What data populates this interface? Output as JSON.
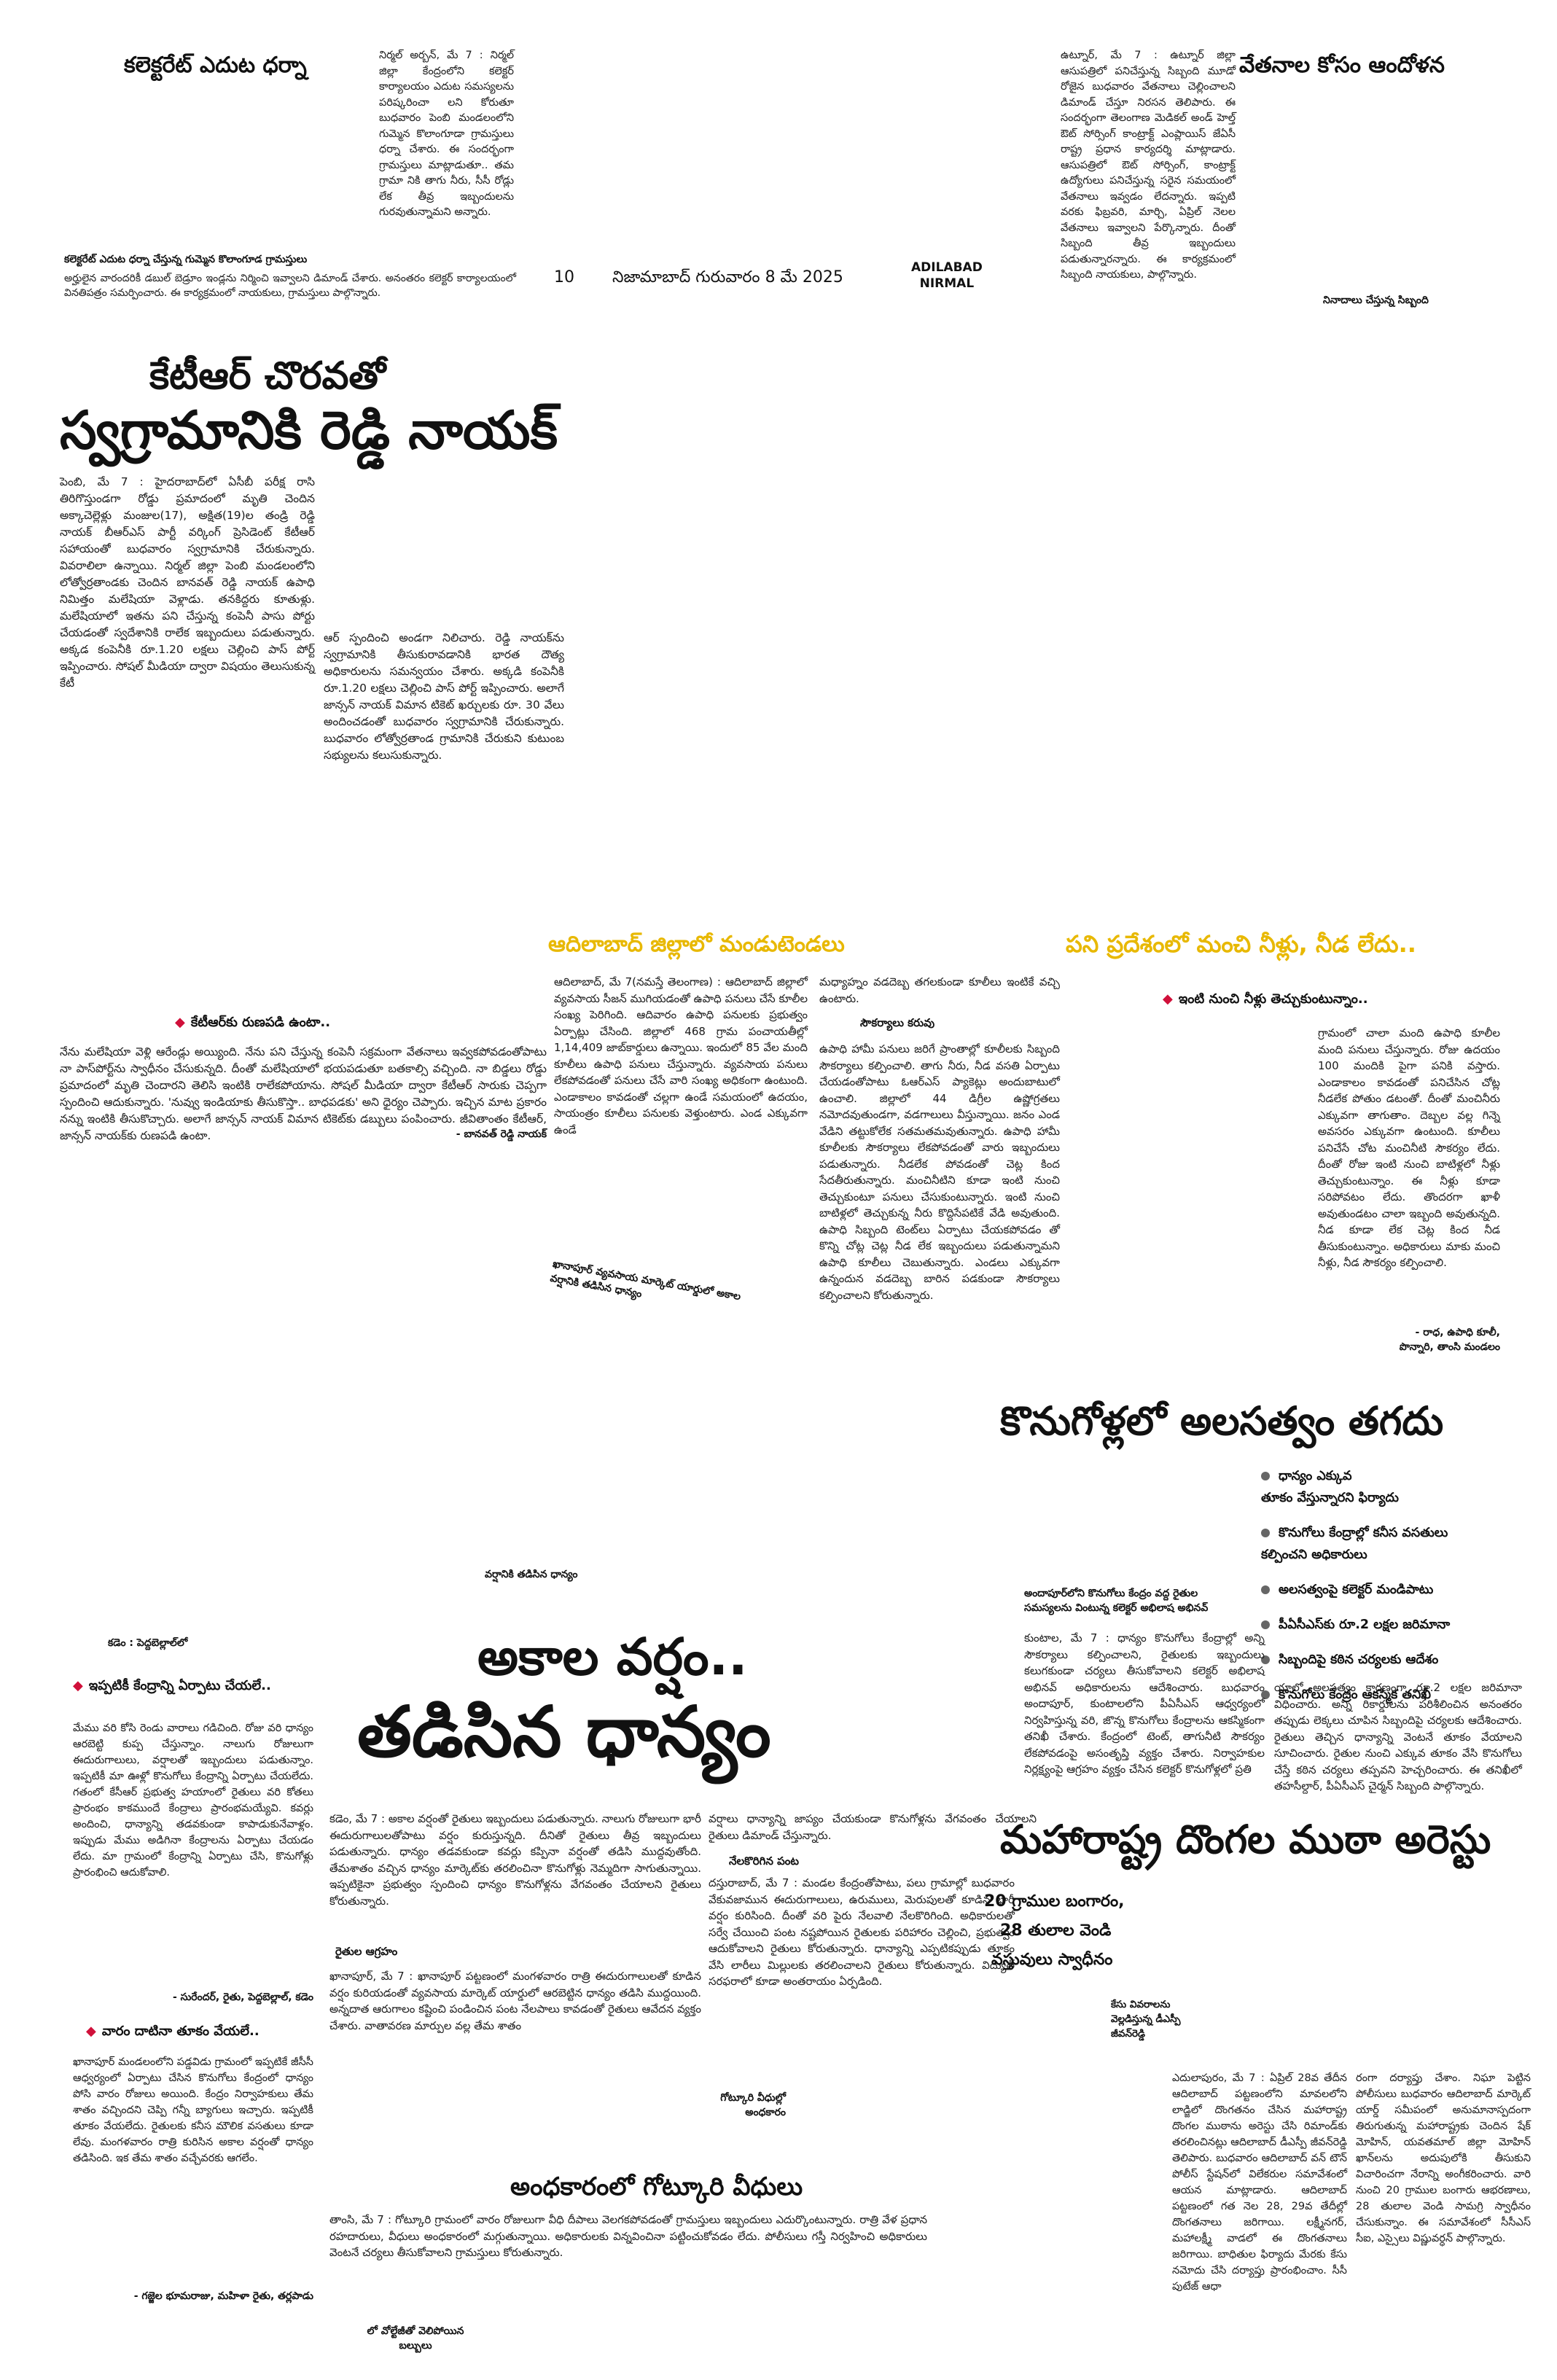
{
  "masthead": {
    "page_no": "10",
    "dateline": "నిజామాబాద్ గురువారం 8 మే 2025",
    "edition": "ADILABAD\nNIRMAL"
  },
  "dharna": {
    "headline": "కలెక్టరేట్ ఎదుట ధర్నా",
    "caption": "కలెక్టరేట్ ఎదుట ధర్నా చేస్తున్న గుమ్మెన కొలాంగూడ గ్రామస్తులు",
    "body": "నిర్మల్ అర్బన్, మే 7 : నిర్మల్ జిల్లా కేంద్రంలోని కలెక్టర్ కార్యాలయం ఎదుట సమస్యలను పరిష్కరించా లని కోరుతూ బుధవారం పెంబి మండలంలోని గుమ్మెన కొలాంగూడా గ్రామస్తులు ధర్నా చేశారు. ఈ సందర్భంగా గ్రామస్తులు మాట్లాడుతూ.. తమ గ్రామా నికి తాగు నీరు, సీసీ రోడ్లు లేక తీవ్ర ఇబ్బందులను గురవుతున్నామని అన్నారు.",
    "tail": "అర్హులైన వారందరికీ డబుల్ బెడ్రూం ఇండ్లను నిర్మించి ఇవ్వాలని డిమాండ్ చేశారు. అనంతరం కలెక్టర్ కార్యాలయంలో వినతిపత్రం సమర్పించారు. ఈ కార్యక్రమంలో నాయకులు, గ్రామస్తులు పాల్గొన్నారు."
  },
  "salary": {
    "headline": "వేతనాల కోసం ఆందోళన",
    "caption": "నినాదాలు చేస్తున్న సిబ్బంది",
    "body": "ఉట్నూర్, మే 7 : ఉట్నూర్ జిల్లా ఆసుపత్రిలో పనిచేస్తున్న సిబ్బంది మూడో రోజైన బుధవారం వేతనాలు చెల్లించాలని డిమాండ్ చేస్తూ నిరసన తెలిపారు. ఈ సందర్భంగా తెలంగాణ మెడికల్ అండ్ హెల్త్ ఔట్ సోర్సింగ్ కాంట్రాక్ట్ ఎంప్లాయిస్ జేఏసీ రాష్ట్ర ప్రధాన కార్యదర్శి మాట్లాడారు. ఆసుపత్రిలో ఔట్ సోర్సింగ్, కాంట్రాక్ట్ ఉద్యోగులు పనిచేస్తున్న సరైన సమయంలో వేతనాలు ఇవ్వడం లేదన్నారు. ఇప్పటి వరకు ఫిబ్రవరి, మార్చి, ఏప్రిల్ నెలల వేతనాలు ఇవ్వాలని పేర్కొన్నారు. దీంతో సిబ్బంది తీవ్ర ఇబ్బందులు పడుతున్నారన్నారు. ఈ కార్యక్రమంలో సిబ్బంది నాయకులు, పాల్గొన్నారు."
  },
  "reddy": {
    "kicker": "కేటీఆర్ చొరవతో",
    "headline": "స్వగ్రామానికి రెడ్డి నాయక్",
    "col1": "పెంబి, మే 7 : హైదరాబాద్‌లో ఏసీబీ పరీక్ష రాసి తిరిగొస్తుండగా రోడ్డు ప్రమాదంలో మృతి చెందిన అక్కాచెల్లెళ్లు మంజుల(17), అక్షిత(19)ల తండ్రి రెడ్డి నాయక్ బీఆర్ఎస్ పార్టీ వర్కింగ్ ప్రెసిడెంట్ కేటీఆర్ సహాయంతో బుధవారం స్వగ్రామానికి చేరుకున్నారు. వివరాలిలా ఉన్నాయి. నిర్మల్ జిల్లా పెంబి మండలంలోని లోత్వోర్రతాండకు చెందిన బానవత్ రెడ్డి నాయక్ ఉపాధి నిమిత్తం మలేషియా వెళ్లాడు. తనకిద్దరు కూతుళ్లు. మలేషియాలో ఇతను పని చేస్తున్న కంపెనీ పాసు పోర్టు చేయడంతో స్వదేశానికి రాలేక ఇబ్బందులు పడుతున్నారు. అక్కడ కంపెనీకి రూ.1.20 లక్షలు చెల్లించి పాస్ పోర్ట్ ఇప్పించారు. సోషల్ మీడియా ద్వారా విషయం తెలుసుకున్న కేటీ",
    "col2": "ఆర్ స్పందించి అండగా నిలిచారు. రెడ్డి నాయక్‌ను స్వగ్రామానికి తీసుకురావడానికి భారత దౌత్య అధికారులను సమన్వయం చేశారు. అక్కడి కంపెనీకి రూ.1.20 లక్షలు చెల్లించి పాస్ పోర్ట్ ఇప్పించారు. అలాగే జాన్సన్ నాయక్ విమాన టికెట్ ఖర్చులకు రూ. 30 వేలు అందించడంతో బుధవారం స్వగ్రామానికి చేరుకున్నారు. బుధవారం లోత్వోర్రతాండ గ్రామానికి చేరుకుని కుటుంబ సభ్యులను కలుసుకున్నారు.",
    "sub": "కేటీఆర్‌కు రుణపడి ఉంటా..",
    "quote": "నేను మలేషియా వెళ్లి ఆరేండ్లు అయ్యింది. నేను పని చేస్తున్న కంపెనీ సక్రమంగా వేతనాలు ఇవ్వకపోవడంతోపాటు నా పాస్‌పోర్ట్‌ను స్వాధీనం చేసుకున్నది. దీంతో మలేషియాలో భయపడుతూ బతకాల్సి వచ్చింది. నా బిడ్డలు రోడ్డు ప్రమాదంలో మృతి చెందారని తెలిసి ఇంటికి రాలేకపోయాను. సోషల్ మీడియా ద్వారా కేటీఆర్ సారుకు చెప్పగా స్పందించి ఆదుకున్నారు. 'నువ్వు ఇండియాకు తీసుకొస్తా.. బాధపడకు' అని ధైర్యం చెప్పారు. ఇచ్చిన మాట ప్రకారం నన్ను ఇంటికి తీసుకొచ్చారు. అలాగే జాన్సన్ నాయక్ విమాన టికెట్‌కు డబ్బులు పంపించారు. జీవితాంతం కేటీఆర్, జాన్సన్ నాయక్‌కు రుణపడి ఉంటా.",
    "sig": "- బానవత్ రెడ్డి నాయక్"
  },
  "mandutendalu": {
    "headline": "ఆదిలాబాద్ జిల్లాలో మండుటెండలు",
    "col1": "ఆదిలాబాద్, మే 7(నమస్తే తెలంగాణ) : ఆదిలాబాద్ జిల్లాలో వ్యవసాయ సీజన్ ముగియడంతో ఉపాధి పనులు చేసే కూలీల సంఖ్య పెరిగింది. ఆదివారం ఉపాధి పనులకు ప్రభుత్వం ఏర్పాట్లు చేసింది. జిల్లాలో 468 గ్రామ పంచాయతీల్లో 1,14,409 జాబ్‌కార్డులు ఉన్నాయి. ఇందులో 85 వేల మంది కూలీలు ఉపాధి పనులు చేస్తున్నారు. వ్యవసాయ పనులు లేకపోవడంతో పనులు చేసే వారి సంఖ్య అధికంగా ఉంటుంది. ఎండాకాలం కావడంతో చల్లగా ఉండే సమయంలో ఉదయం, సాయంత్రం కూలీలు పనులకు వెళ్తుంటారు. ఎండ ఎక్కువగా ఉండే",
    "col2": "మధ్యాహ్నం వడదెబ్బ తగలకుండా కూలీలు ఇంటికే వచ్చి ఉంటారు.",
    "sub": "సౌకర్యాలు కరువు",
    "col2b": "ఉపాధి హామీ పనులు జరిగే ప్రాంతాల్లో కూలీలకు సిబ్బంది సౌకర్యాలు కల్పించాలి. తాగు నీరు, నీడ వసతి ఏర్పాటు చేయడంతోపాటు ఓఆర్ఎస్ ప్యాకెట్లు అందుబాటులో ఉంచాలి. జిల్లాలో 44 డిగ్రీల ఉష్ణోగ్రతలు నమోదవుతుండగా, వడగాలులు వీస్తున్నాయి. జనం ఎండ వేడిని తట్టుకోలేక సతమతమవుతున్నారు. ఉపాధి హామీ కూలీలకు సౌకర్యాలు లేకపోవడంతో వారు ఇబ్బందులు పడుతున్నారు. నీడలేక పోవడంతో చెట్ల కింద సేదతీరుతున్నారు. మంచినీటిని కూడా ఇంటి నుంచి తెచ్చుకుంటూ పనులు చేసుకుంటున్నారు. ఇంటి నుంచి బాటిళ్లలో తెచ్చుకున్న నీరు కొద్దిసేపటికే వేడి అవుతుంది. ఉపాధి సిబ్బంది టెంట్‌లు ఏర్పాటు చేయకపోవడం తో కొన్ని చోట్ల చెట్ల నీడ లేక ఇబ్బందులు పడుతున్నామని ఉపాధి కూలీలు చెబుతున్నారు. ఎండలు ఎక్కువగా ఉన్నందున వడదెబ్బ బారిన పడకుండా సౌకర్యాలు కల్పించాలని కోరుతున్నారు.",
    "caption": "ఖానాపూర్ వ్యవసాయ మార్కెట్ యార్డులో అకాల వర్షానికి తడిసిన ధాన్యం"
  },
  "water": {
    "headline": "పని ప్రదేశంలో మంచి నీళ్లు, నీడ లేదు..",
    "sub": "ఇంటి నుంచి నీళ్లు తెచ్చుకుంటున్నాం..",
    "body": "గ్రామంలో చాలా మంది ఉపాధి కూలీల మంది పనులు చేస్తున్నారు. రోజు ఉదయం 100 మందికి పైగా పనికి వస్తారు. ఎండాకాలం కావడంతో పనిచేసిన చోట్ల నీడలేక పోతుం డటంతో. దీంతో మంచినీరు ఎక్కువగా తాగుతాం. దెబ్బల వల్ల గిన్నె అవసరం ఎక్కువగా ఉంటుంది. కూలీలు పనిచేసే చోట మంచినీటి సౌకర్యం లేదు. దీంతో రోజు ఇంటి నుంచి బాటిళ్లలో నీళ్లు తెచ్చుకుంటున్నాం. ఈ నీళ్లు కూడా సరిపోవటం లేదు. తొందరగా ఖాళీ అవుతుండటం చాలా ఇబ్బంది అవుతున్నది. నీడ కూడా లేక చెట్ల కింద నీడ తీసుకుంటున్నాం. అధికారులు మాకు మంచి నీళ్లు, నీడ సౌకర్యం కల్పించాలి.",
    "sig": "- రాధ, ఉపాధి కూలీ,\nపొన్నారి, తాంసి మండలం"
  },
  "rain": {
    "kicker": "వర్షానికి తడిసిన ధాన్యం",
    "headline1": "అకాల వర్షం..",
    "headline2": "తడిసిన ధాన్యం",
    "caption_top": "కడెం : పెద్దబెల్లాల్‌లో",
    "side_sub1": "ఇప్పటికీ కేంద్రాన్ని ఏర్పాటు చేయలే..",
    "side_body1": "మేము వరి కోసి రెండు వారాలు గడిచింది. రోజు వరి ధాన్యం ఆరబెట్టి కుప్ప చేస్తున్నాం. నాలుగు రోజులుగా ఈదురుగాలులు, వర్షాలతో ఇబ్బందులు పడుతున్నాం. ఇప్పటికీ మా ఊళ్లో కొనుగోలు కేంద్రాన్ని ఏర్పాటు చేయలేదు. గతంలో కేసీఆర్ ప్రభుత్వ హయాంలో రైతులు వరి కోతలు ప్రారంభం కాకముందే కేంద్రాలు ప్రారంభమయ్యేవి. కవర్లు అందించి, ధాన్యాన్ని తడవకుండా కాపాడుకునేవాళ్లం. ఇప్పుడు మేము అడిగినా కేంద్రాలను ఏర్పాటు చేయడం లేదు. మా గ్రామంలో కేంద్రాన్ని ఏర్పాటు చేసి, కొనుగోళ్లు ప్రారంభించి ఆదుకోవాలి.",
    "side_sig1": "- సురేందర్, రైతు, పెద్దబెల్లాల్, కడెం",
    "side_sub2": "వారం దాటినా తూకం వేయలే..",
    "side_body2": "ఖానాపూర్ మండలంలోని పడ్డవిడు గ్రామంలో ఇప్పటికే జీసీసీ ఆధ్వర్యంలో ఏర్పాటు చేసిన కొనుగోలు కేంద్రంలో ధాన్యం పోసి వారం రోజులు అయింది. కేంద్రం నిర్వాహకులు తేమ శాతం వచ్చిందని చెప్పి గన్నీ బ్యాగులు ఇచ్చారు. ఇప్పటికీ తూకం వేయలేదు. రైతులకు కనీస మౌలిక వసతులు కూడా లేవు. మంగళవారం రాత్రి కురిసిన అకాల వర్షంతో ధాన్యం తడిసింది. ఇక తేమ శాతం వచ్చేవరకు ఆగలేం.",
    "side_sig2": "- గజ్జెల భూమరాజు, మహిళా రైతు, తర్లపాడు",
    "body1": "కడెం, మే 7 : అకాల వర్షంతో రైతులు ఇబ్బందులు పడుతున్నారు. నాలుగు రోజులుగా భారీ ఈదురుగాలులతోపాటు వర్షం కురుస్తున్నది. దీనితో రైతులు తీవ్ర ఇబ్బందులు పడుతున్నారు. ధాన్యం తడవకుండా కవర్లు కప్పినా వర్షంతో తడిసి ముద్దవుతోంది. తేమశాతం వచ్చిన ధాన్యం మార్కెట్‌కు తరలించినా కొనుగోళ్లు నెమ్మదిగా సాగుతున్నాయి. ఇప్పటికైనా ప్రభుత్వం స్పందించి ధాన్యం కొనుగోళ్లను వేగవంతం చేయాలని రైతులు కోరుతున్నారు.",
    "body1b": "వర్షాలు ధాన్యాన్ని జాప్యం చేయకుండా కొనుగోళ్లను వేగవంతం చేయాలని రైతులు డిమాండ్ చేస్తున్నారు.",
    "sub_mid": "రైతుల ఆగ్రహం",
    "body2": "ఖానాపూర్, మే 7 : ఖానాపూర్ పట్టణంలో మంగళవారం రాత్రి ఈదురుగాలులతో కూడిన వర్షం కురియడంతో వ్యవసాయ మార్కెట్ యార్డులో ఆరబెట్టిన ధాన్యం తడిసి ముద్దయింది. అన్నదాత ఆరుగాలం కష్టించి పండించిన పంట నేలపాలు కావడంతో రైతులు ఆవేదన వ్యక్తం చేశారు. వాతావరణ మార్పుల వల్ల తేమ శాతం",
    "sub_right": "నేలకొరిగిన పంట",
    "body3": "దస్తురాబాద్, మే 7 : మండల కేంద్రంతోపాటు, పలు గ్రామాల్లో బుధవారం వేకువజామున ఈదురుగాలులు, ఉరుములు, మెరుపులతో కూడిన భారీ వర్షం కురిసింది. దీంతో వరి పైరు నేలవాలి నేలకొరిగింది. అధికారులతో సర్వే చేయించి పంట నష్టపోయిన రైతులకు పరిహారం చెల్లించి, ప్రభుత్వం ఆదుకోవాలని రైతులు కోరుతున్నారు. ధాన్యాన్ని ఎప్పటికప్పుడు తూకం వేసి లారీలు మిల్లులకు తరలించాలని రైతులు కోరుతున్నారు. విద్యుత్ సరఫరాలో కూడా అంతరాయం ఏర్పడింది.",
    "caption_gotkuri": "గోట్కూరి వీధుల్లో\nఅంధకారం"
  },
  "darkness": {
    "headline": "అంధకారంలో గోట్కూరి వీధులు",
    "body": "తాంసి, మే 7 : గోట్కూరి గ్రామంలో వారం రోజులుగా వీధి దీపాలు వెలగకపోవడంతో గ్రామస్తులు ఇబ్బందులు ఎదుర్కొంటున్నారు. రాత్రి వేళ ప్రధాన రహదారులు, వీధులు అంధకారంలో మగ్గుతున్నాయి. అధికారులకు విన్నవించినా పట్టించుకోవడం లేదు. పోలీసులు గస్తీ నిర్వహించి అధికారులు వెంటనే చర్యలు తీసుకోవాలని గ్రామస్తులు కోరుతున్నారు.",
    "caption": "లో వోల్టేజీతో వెలిపోయిన\nబల్బులు"
  },
  "purchase": {
    "headline": "కొనుగోళ్లలో అలసత్వం తగదు",
    "points": [
      "ధాన్యం ఎక్కువ\nతూకం వేస్తున్నారని ఫిర్యాదు",
      "కొనుగోలు కేంద్రాల్లో కనీస వసతులు\nకల్పించని అధికారులు",
      "అలసత్వంపై కలెక్టర్ మండిపాటు",
      "పీఏసీఎస్‌కు రూ.2 లక్షల జరిమానా",
      "సిబ్బందిపై కఠిన చర్యలకు ఆదేశం",
      "కొనుగోలు కేంద్రం ఆకస్మిక తనిఖీ"
    ],
    "caption": "అందాపూర్‌లోని కొనుగోలు కేంద్రం వద్ద రైతుల\nసమస్యలను వింటున్న కలెక్టర్ అభిలాష అభినవ్",
    "body": "కుంటాల, మే 7 : ధాన్యం కొనుగోలు కేంద్రాల్లో అన్ని సౌకర్యాలు కల్పించాలని, రైతులకు ఇబ్బందులు కలుగకుండా చర్యలు తీసుకోవాలని కలెక్టర్ అభిలాష అభినవ్ అధికారులను ఆదేశించారు. బుధవారం అందాపూర్, కుంటాలలోని పీఏసీఎస్ ఆధ్వర్యంలో నిర్వహిస్తున్న వరి, జొన్న కొనుగోలు కేంద్రాలను ఆకస్మికంగా తనిఖీ చేశారు. కేంద్రంలో టెంట్, తాగునీటి సౌకర్యం లేకపోవడంపై అసంతృప్తి వ్యక్తం చేశారు. నిర్వాహకుల నిర్లక్ష్యంపై ఆగ్రహం వ్యక్తం చేసిన కలెక్టర్ కొనుగోళ్లలో ప్రతి",
    "body2": "యాలో అలసత్వం కారణంగా రూ.2 లక్షల జరిమానా విధించారు. అన్ని రికార్డులను పరిశీలించిన అనంతరం తప్పుడు లెక్కలు చూపిన సిబ్బందిపై చర్యలకు ఆదేశించారు. రైతులు తెచ్చిన ధాన్యాన్ని వెంటనే తూకం వేయాలని సూచించారు. రైతుల నుంచి ఎక్కువ తూకం వేసి కొనుగోలు చేస్తే కఠిన చర్యలు తప్పవని హెచ్చరించారు. ఈ తనిఖీలో తహసీల్దార్, పీఏసీఎస్ చైర్మన్ సిబ్బంది పాల్గొన్నారు."
  },
  "thieves": {
    "headline": "మహారాష్ట్ర దొంగల ముఠా అరెస్టు",
    "deck1": "20 గ్రాముల బంగారం,",
    "deck2": "28 తులాల వెండి",
    "deck3": "వస్తువులు స్వాధీనం",
    "caption": "కేసు వివరాలను\nవెల్లడిస్తున్న డీఎస్పీ\nజీవన్‌రెడ్డి",
    "col1": "ఎదులాపురం, మే 7 : ఏప్రిల్ 28వ తేదీన ఆదిలాబాద్ పట్టణంలోని మావలలోని లాడ్జిలో దొంగతనం చేసిన మహారాష్ట్ర దొంగల ముఠాను అరెస్టు చేసి రిమాండ్‌కు తరలించినట్లు ఆదిలాబాద్ డీఎస్పీ జీవన్‌రెడ్డి తెలిపారు. బుధవారం ఆదిలాబాద్ వన్ టౌన్ పోలీస్ స్టేషన్‌లో విలేకరుల సమావేశంలో ఆయన మాట్లాడారు. ఆదిలాబాద్ పట్టణంలో గత నెల 28, 29వ తేదీల్లో దొంగతనాలు జరిగాయి. లక్ష్మీనగర్, మహాలక్ష్మీ వాడలో ఈ దొంగతనాలు జరిగాయి. బాధితుల ఫిర్యాదు మేరకు కేసు నమోదు చేసి దర్యాప్తు ప్రారంభించాం. సీసీ పుటేజ్ ఆధా",
    "col2": "రంగా దర్యాప్తు చేశాం. నిఘా పెట్టిన పోలీసులు బుధవారం ఆదిలాబాద్ మార్కెట్ యార్డ్ సమీపంలో అనుమానాస్పదంగా తిరుగుతున్న మహారాష్ట్రకు చెందిన షేక్ మోహిన్, యవతమాల్ జిల్లా మోహిన్ ఖాన్‌లను అదుపులోకి తీసుకుని విచారించగా నేరాన్ని అంగీకరించారు. వారి నుంచి 20 గ్రాముల బంగారు ఆభరణాలు, 28 తులాల వెండి సామగ్రి స్వాధీనం చేసుకున్నాం. ఈ సమావేశంలో సీసీఎస్ సీఐ, ఎస్సైలు విష్ణువర్ధన్ పాల్గొన్నారు."
  }
}
